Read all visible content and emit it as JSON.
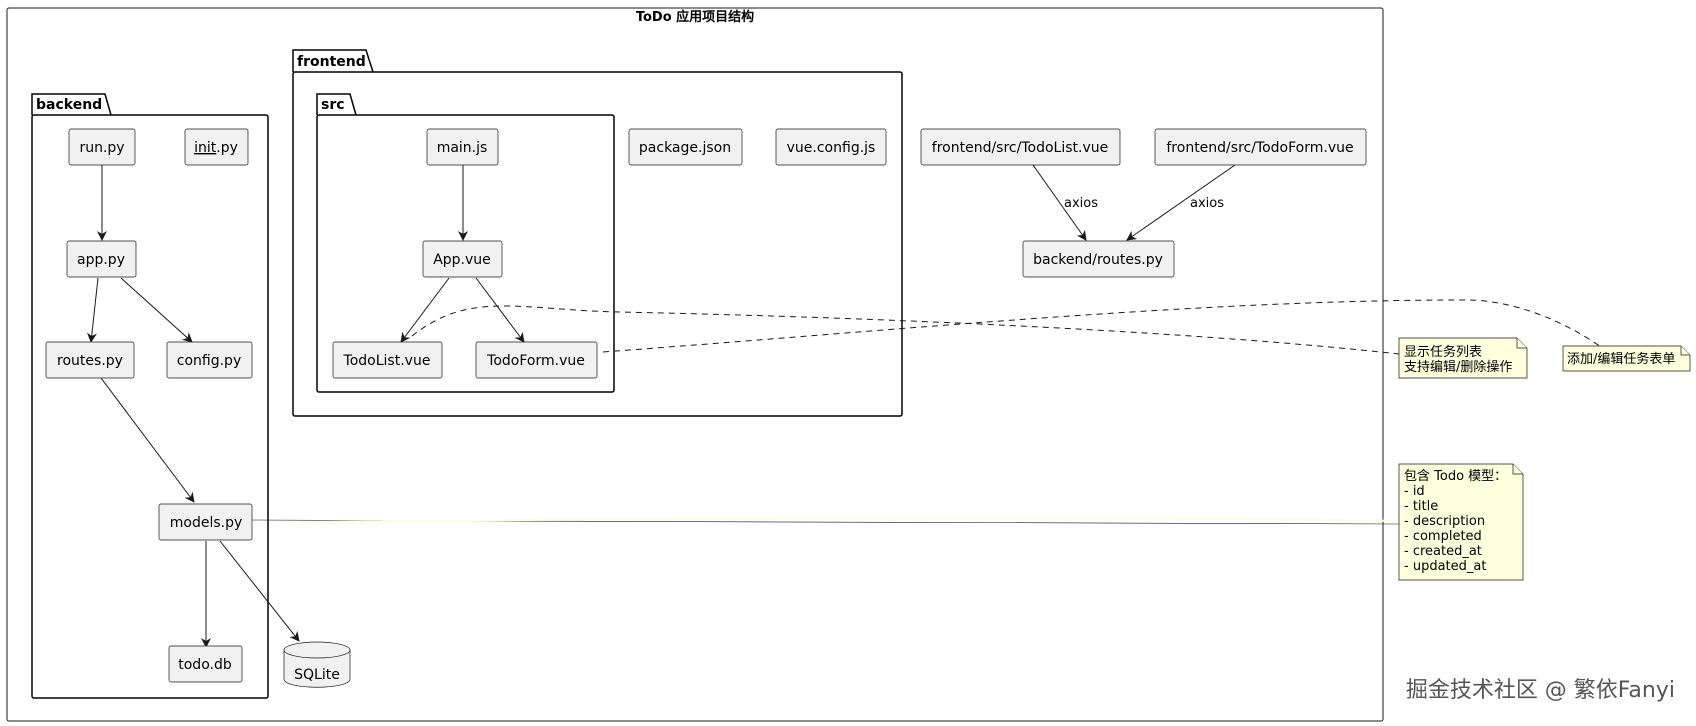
{
  "diagram": {
    "title": "ToDo 应用项目结构",
    "packages": {
      "backend": "backend",
      "frontend": "frontend",
      "src": "src"
    },
    "nodes": {
      "run": "run.py",
      "init_u": "init",
      "init_s": ".py",
      "app": "app.py",
      "routes": "routes.py",
      "config": "config.py",
      "models": "models.py",
      "tododb": "todo.db",
      "sqlite": "SQLite",
      "mainjs": "main.js",
      "appvue": "App.vue",
      "todolist": "TodoList.vue",
      "todoform": "TodoForm.vue",
      "packagejson": "package.json",
      "vueconfig": "vue.config.js",
      "ext_todolist": "frontend/src/TodoList.vue",
      "ext_todoform": "frontend/src/TodoForm.vue",
      "ext_routes": "backend/routes.py"
    },
    "edge_labels": {
      "axios1": "axios",
      "axios2": "axios"
    },
    "notes": {
      "list": [
        "显示任务列表",
        "支持编辑/删除操作"
      ],
      "form": [
        "添加/编辑任务表单"
      ],
      "model": [
        "包含 Todo 模型：",
        "- id",
        "- title",
        "- description",
        "- completed",
        "- created_at",
        "- updated_at"
      ]
    },
    "watermark": "掘金技术社区 @ 繁依Fanyi"
  }
}
